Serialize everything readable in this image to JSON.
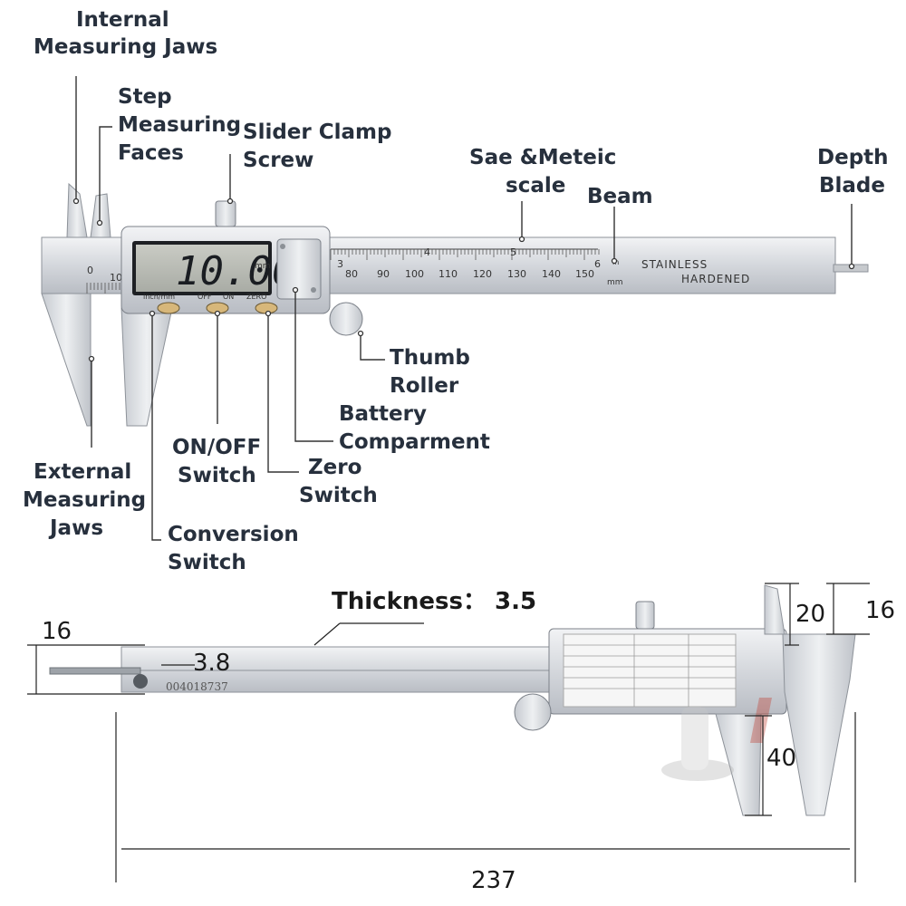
{
  "labels": {
    "internal_jaws": [
      "Internal",
      "Measuring Jaws"
    ],
    "step_faces": [
      "Step",
      "Measuring",
      "Faces"
    ],
    "slider_clamp": [
      "Slider Clamp",
      "Screw"
    ],
    "scale": [
      "Sae &Meteic",
      "scale"
    ],
    "beam": "Beam",
    "depth_blade": [
      "Depth",
      "Blade"
    ],
    "thumb_roller": [
      "Thumb",
      "Roller"
    ],
    "battery": [
      "Battery",
      "Comparment"
    ],
    "zero_switch": [
      "Zero",
      "Switch"
    ],
    "onoff_switch": [
      "ON/OFF",
      "Switch"
    ],
    "external_jaws": [
      "External",
      "Measuring",
      "Jaws"
    ],
    "conversion_switch": [
      "Conversion",
      "Switch"
    ]
  },
  "caliper": {
    "display_reading": "10.00",
    "display_unit": "mm",
    "button_labels": [
      "inch/mm",
      "OFF",
      "ON",
      "ZERO"
    ],
    "beam_text": [
      "STAINLESS",
      "HARDENED"
    ],
    "metric_ticks": [
      "0",
      "10",
      "80",
      "90",
      "100",
      "110",
      "120",
      "130",
      "140",
      "150"
    ],
    "inch_ticks": [
      "3",
      "4",
      "5",
      "6"
    ],
    "unit_in": "in",
    "unit_mm": "mm",
    "serial": "004018737"
  },
  "dimensions": {
    "thickness": "Thickness： 3.5",
    "left_height": "16",
    "rod": "3.8",
    "jaw_top": "20",
    "jaw_right": "16",
    "jaw_length": "40",
    "overall_length": "237"
  }
}
